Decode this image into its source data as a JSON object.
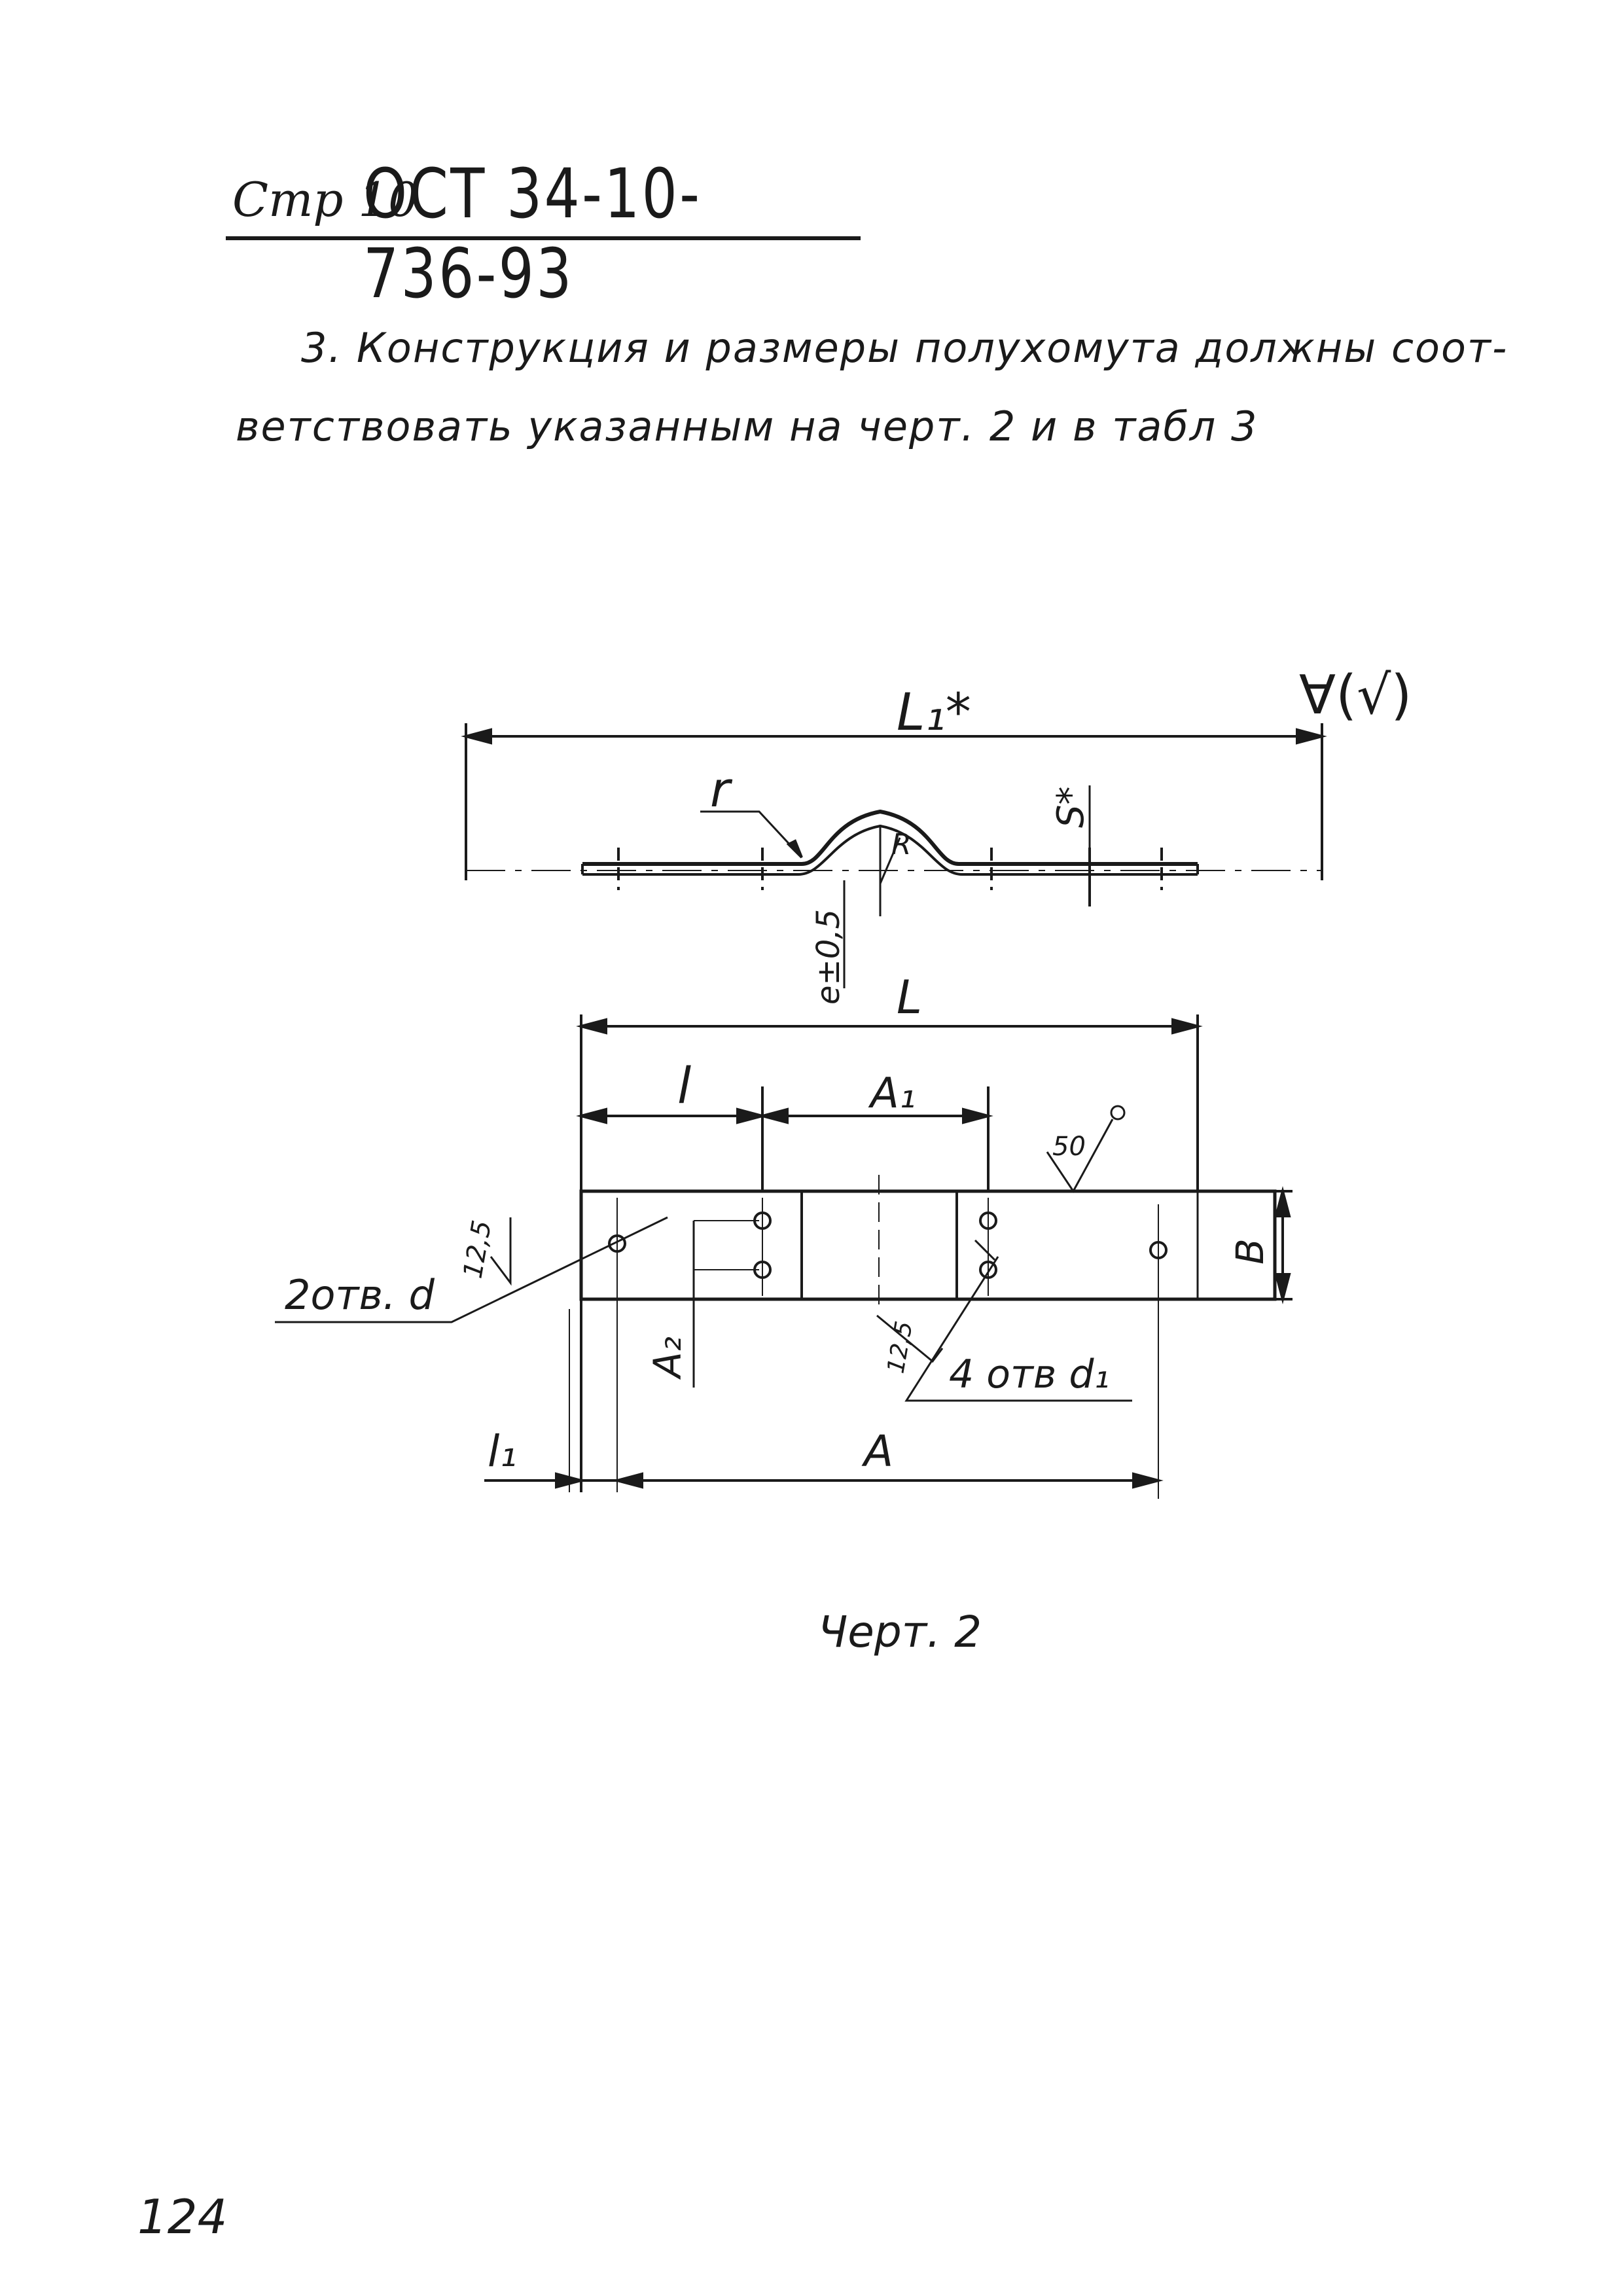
{
  "header": {
    "page_ref": "Стр 10",
    "standard": "ОСТ 34-10-736-93"
  },
  "body": {
    "line1": "3. Конструкция и размеры полухомута должны соот-",
    "line2": "ветствовать указанным на черт. 2 и в табл 3"
  },
  "drawing": {
    "labels": {
      "L1_star": "L₁*",
      "roughness": "∀(√)",
      "r": "r",
      "R": "R",
      "S_star": "S*",
      "e": "e±0,5",
      "L": "L",
      "l": "l",
      "A1": "A₁",
      "rough50": "50",
      "rough12_5_left": "12,5",
      "holes_d": "2отв. d",
      "holes_d1": "4 отв d₁",
      "rough12_5_bottom": "12,5",
      "A2": "A₂",
      "B": "B",
      "l1": "l₁",
      "A": "A"
    }
  },
  "caption": "Черт. 2",
  "page_number": "124"
}
